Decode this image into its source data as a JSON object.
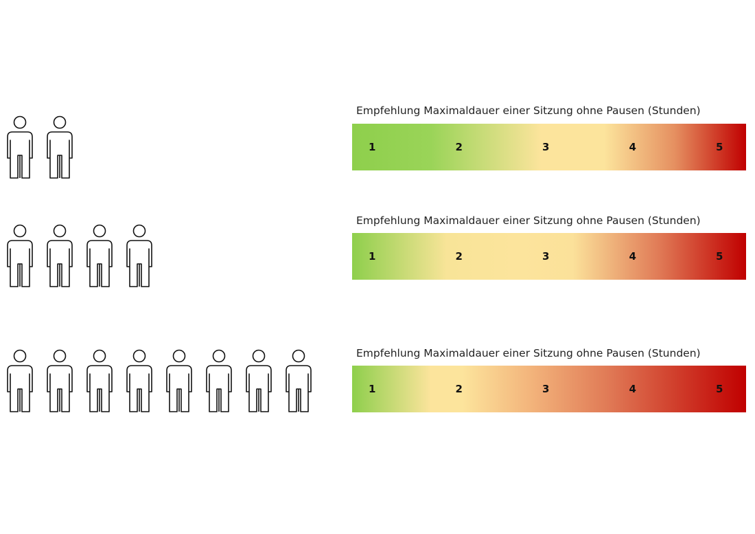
{
  "groups": [
    {
      "people_count": 2,
      "scale": {
        "title": "Empfehlung Maximaldauer einer Sitzung ohne Pausen (Stunden)",
        "labels": [
          "1",
          "2",
          "3",
          "4",
          "5"
        ],
        "gradient_stops": [
          {
            "color": "#8ecf4c",
            "at": 0.0
          },
          {
            "color": "#9ad458",
            "at": 0.2
          },
          {
            "color": "#fce49c",
            "at": 0.48
          },
          {
            "color": "#fce49c",
            "at": 0.64
          },
          {
            "color": "#e58f60",
            "at": 0.82
          },
          {
            "color": "#c00000",
            "at": 1.0
          }
        ]
      }
    },
    {
      "people_count": 4,
      "scale": {
        "title": "Empfehlung Maximaldauer einer Sitzung ohne Pausen (Stunden)",
        "labels": [
          "1",
          "2",
          "3",
          "4",
          "5"
        ],
        "gradient_stops": [
          {
            "color": "#8ecf4c",
            "at": 0.0
          },
          {
            "color": "#f8e498",
            "at": 0.24
          },
          {
            "color": "#fce49c",
            "at": 0.42
          },
          {
            "color": "#fbe19a",
            "at": 0.56
          },
          {
            "color": "#e07a56",
            "at": 0.78
          },
          {
            "color": "#c00000",
            "at": 1.0
          }
        ]
      }
    },
    {
      "people_count": 8,
      "scale": {
        "title": "Empfehlung Maximaldauer einer Sitzung ohne Pausen (Stunden)",
        "labels": [
          "1",
          "2",
          "3",
          "4",
          "5"
        ],
        "gradient_stops": [
          {
            "color": "#8ecf4c",
            "at": 0.0
          },
          {
            "color": "#fce49c",
            "at": 0.2
          },
          {
            "color": "#fce49c",
            "at": 0.28
          },
          {
            "color": "#f3b57c",
            "at": 0.45
          },
          {
            "color": "#e07a56",
            "at": 0.65
          },
          {
            "color": "#c00000",
            "at": 1.0
          }
        ]
      }
    }
  ]
}
